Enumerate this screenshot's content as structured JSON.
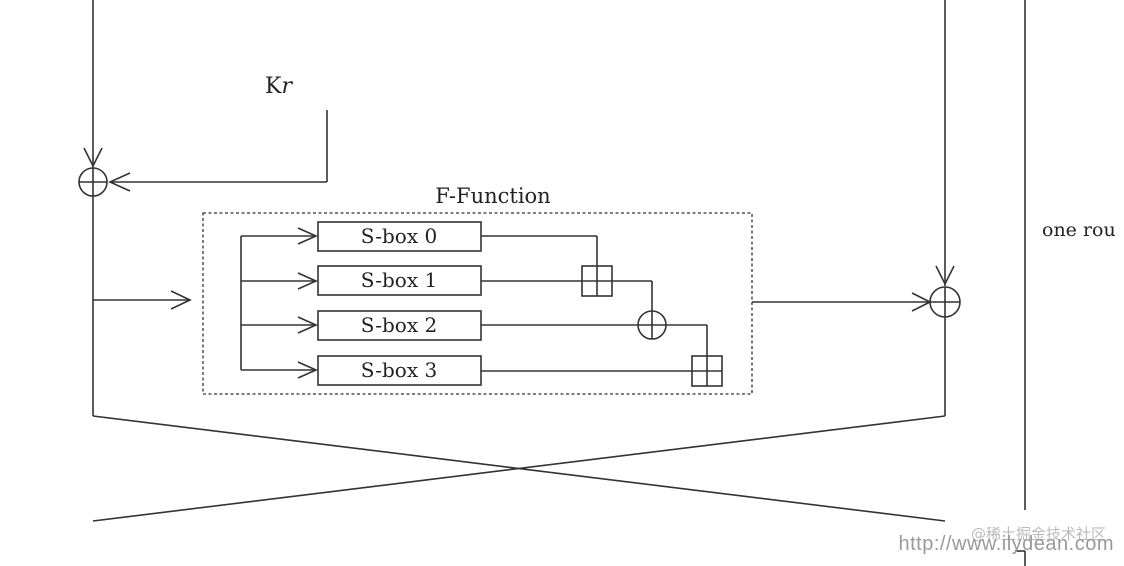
{
  "diagram": {
    "key_label_base": "K",
    "key_label_sub": "r",
    "f_function_label": "F-Function",
    "sboxes": [
      "S-box 0",
      "S-box 1",
      "S-box 2",
      "S-box 3"
    ],
    "round_label": "one rou",
    "operators": [
      "xor-key",
      "add-1",
      "xor-mid",
      "add-2",
      "xor-output"
    ],
    "colors": {
      "stroke": "#333333",
      "text": "#222222"
    }
  },
  "watermark": {
    "url": "http://www.ilydean.com",
    "site": "@稀土掘金技术社区"
  }
}
